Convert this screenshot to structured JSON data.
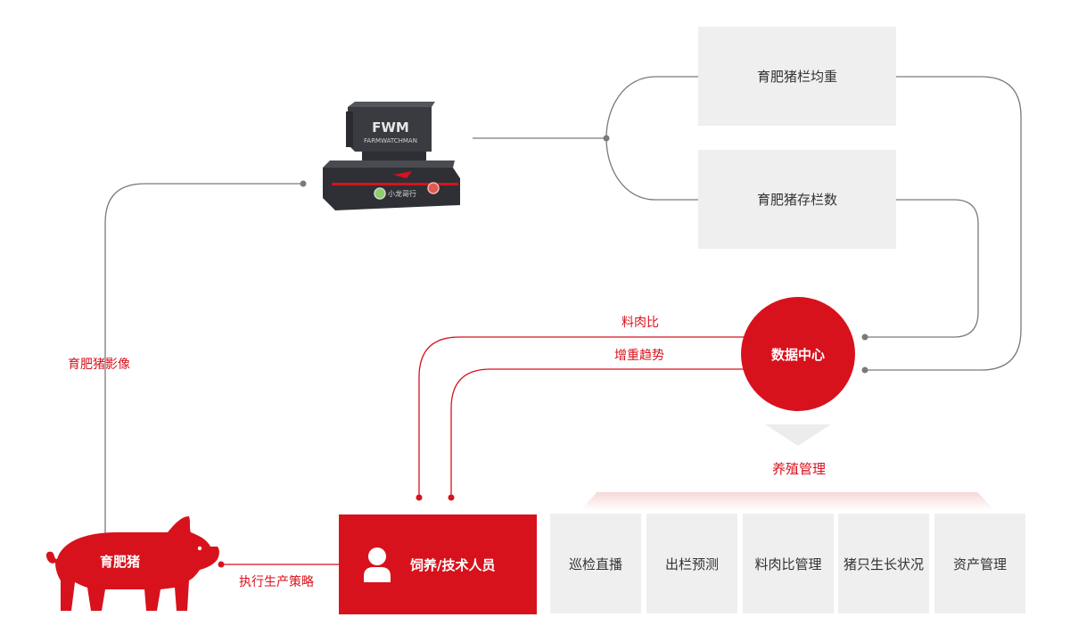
{
  "colors": {
    "accent": "#d8121d",
    "box_gray": "#efefef",
    "line_gray": "#7a7a7a"
  },
  "device": {
    "brand": "FARMWATCHMAN",
    "logo": "FWM",
    "product_name": "小龙哥行"
  },
  "metrics": {
    "avg_weight": "育肥猪栏均重",
    "pen_count": "育肥猪存栏数"
  },
  "center": {
    "label": "数据中心"
  },
  "edges": {
    "feed_meat_ratio": "料肉比",
    "weight_trend": "增重趋势",
    "pig_image": "育肥猪影像",
    "execute_strategy": "执行生产策略"
  },
  "management": {
    "title": "养殖管理",
    "modules": [
      "巡检直播",
      "出栏预测",
      "料肉比管理",
      "猪只生长状况",
      "资产管理"
    ]
  },
  "staff": {
    "label": "饲养/技术人员"
  },
  "pig": {
    "label": "育肥猪"
  }
}
